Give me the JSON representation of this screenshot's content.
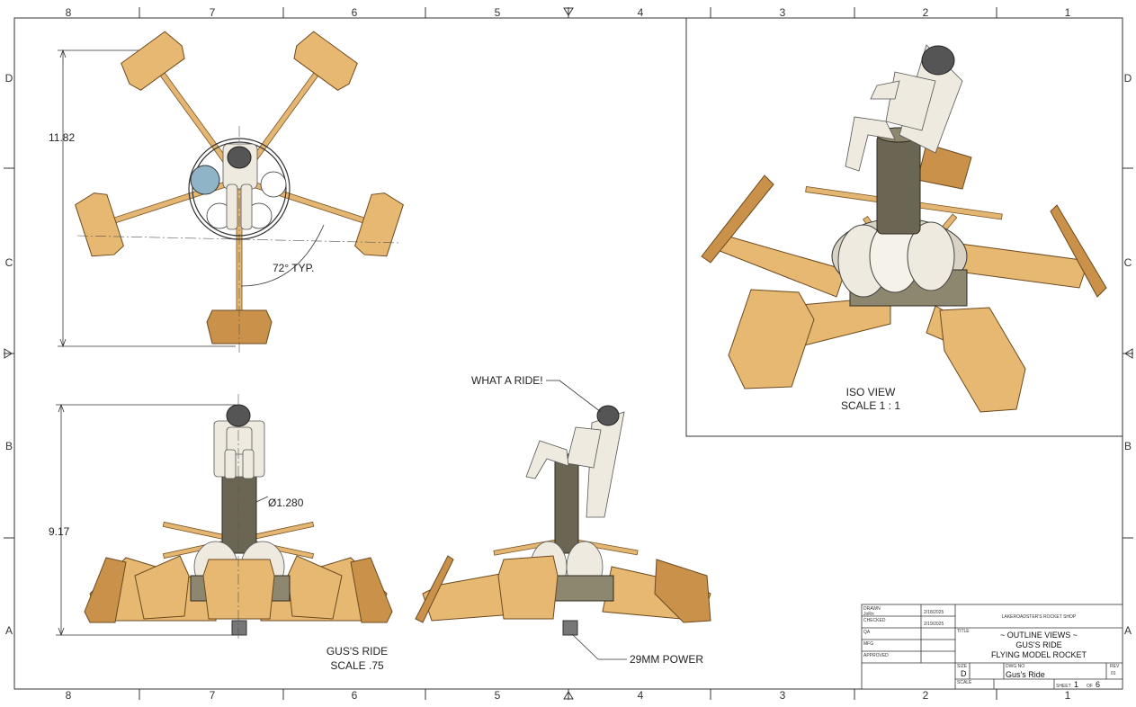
{
  "border": {
    "columns": [
      "8",
      "7",
      "6",
      "5",
      "4",
      "3",
      "2",
      "1"
    ],
    "rows": [
      "D",
      "C",
      "B",
      "A"
    ]
  },
  "annotations": {
    "height_top": "11.82",
    "angle": "72° TYP.",
    "height_front": "9.17",
    "diameter": "Ø1.280",
    "what_a_ride": "WHAT A RIDE!",
    "motor": "29MM POWER"
  },
  "views": {
    "iso_name": "ISO VIEW",
    "iso_scale": "SCALE 1 : 1",
    "main_name": "GUS'S RIDE",
    "main_scale": "SCALE .75"
  },
  "title_block": {
    "drawn_label": "DRAWN",
    "drawn_by": "JoRn",
    "drawn_date": "2/18/2025",
    "checked_label": "CHECKED",
    "checked_date": "2/19/2025",
    "qa_label": "QA",
    "mfg_label": "MFG",
    "approved_label": "APPROVED",
    "company": "LAKEROADSTER'S ROCKET SHOP",
    "title_label": "TITLE",
    "title_line1": "~ OUTLINE VIEWS ~",
    "title_line2": "GUS'S RIDE",
    "title_line3": "FLYING MODEL ROCKET",
    "size_label": "SIZE",
    "size": "D",
    "dwg_label": "DWG NO",
    "dwg_no": "Gus's Ride",
    "rev_label": "REV",
    "rev": "01",
    "scale_label": "SCALE",
    "sheet_label": "SHEET",
    "sheet_num": "1",
    "of_label": "OF",
    "sheet_total": "6"
  },
  "colors": {
    "wood": "#e7b871",
    "tube": "#6b6553",
    "line": "#333333"
  }
}
